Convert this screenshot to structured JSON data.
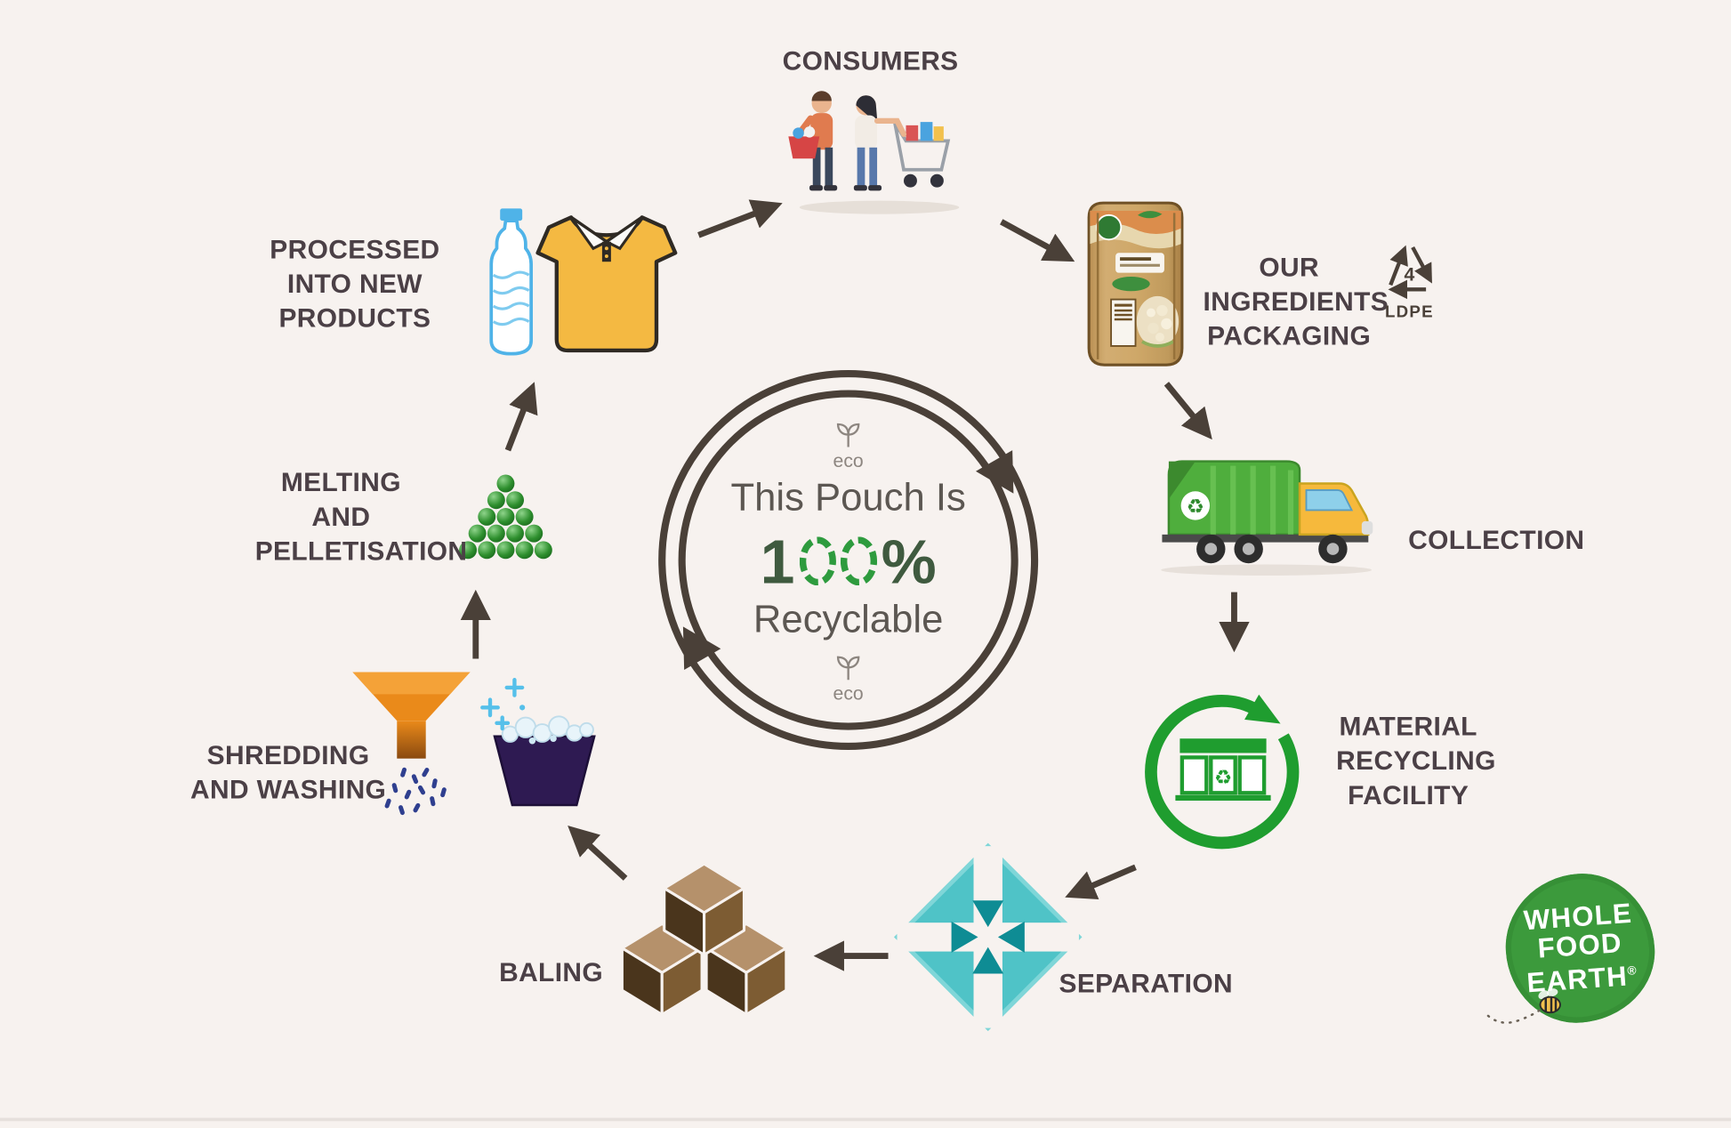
{
  "background_color": "#f7f2ef",
  "accent_dark": "#4a4038",
  "accent_green": "#2e9b3e",
  "icons": {
    "recycle_glyph": "♻"
  },
  "center_badge": {
    "eco_top": "eco",
    "eco_bottom": "eco",
    "line1": "This Pouch Is",
    "value": "100%",
    "big_1": "1",
    "big_pct": "%",
    "line3": "Recyclable"
  },
  "steps": {
    "consumers": {
      "label": "CONSUMERS"
    },
    "packaging": {
      "lines": [
        "OUR INGREDIENTS",
        "PACKAGING"
      ],
      "ldpe_code": "4",
      "ldpe_label": "LDPE"
    },
    "collection": {
      "label": "COLLECTION"
    },
    "recycling_facility": {
      "lines": [
        "MATERIAL",
        "RECYCLING",
        "FACILITY"
      ]
    },
    "separation": {
      "label": "SEPARATION"
    },
    "baling": {
      "label": "BALING"
    },
    "shredding": {
      "lines": [
        "SHREDDING",
        "AND WASHING"
      ]
    },
    "melting": {
      "lines": [
        "MELTING",
        "AND",
        "PELLETISATION"
      ]
    },
    "processed": {
      "lines": [
        "PROCESSED",
        "INTO NEW PRODUCTS"
      ]
    }
  },
  "logo": {
    "lines": [
      "WHOLE",
      "FOOD",
      "EARTH"
    ],
    "registered": "®"
  }
}
